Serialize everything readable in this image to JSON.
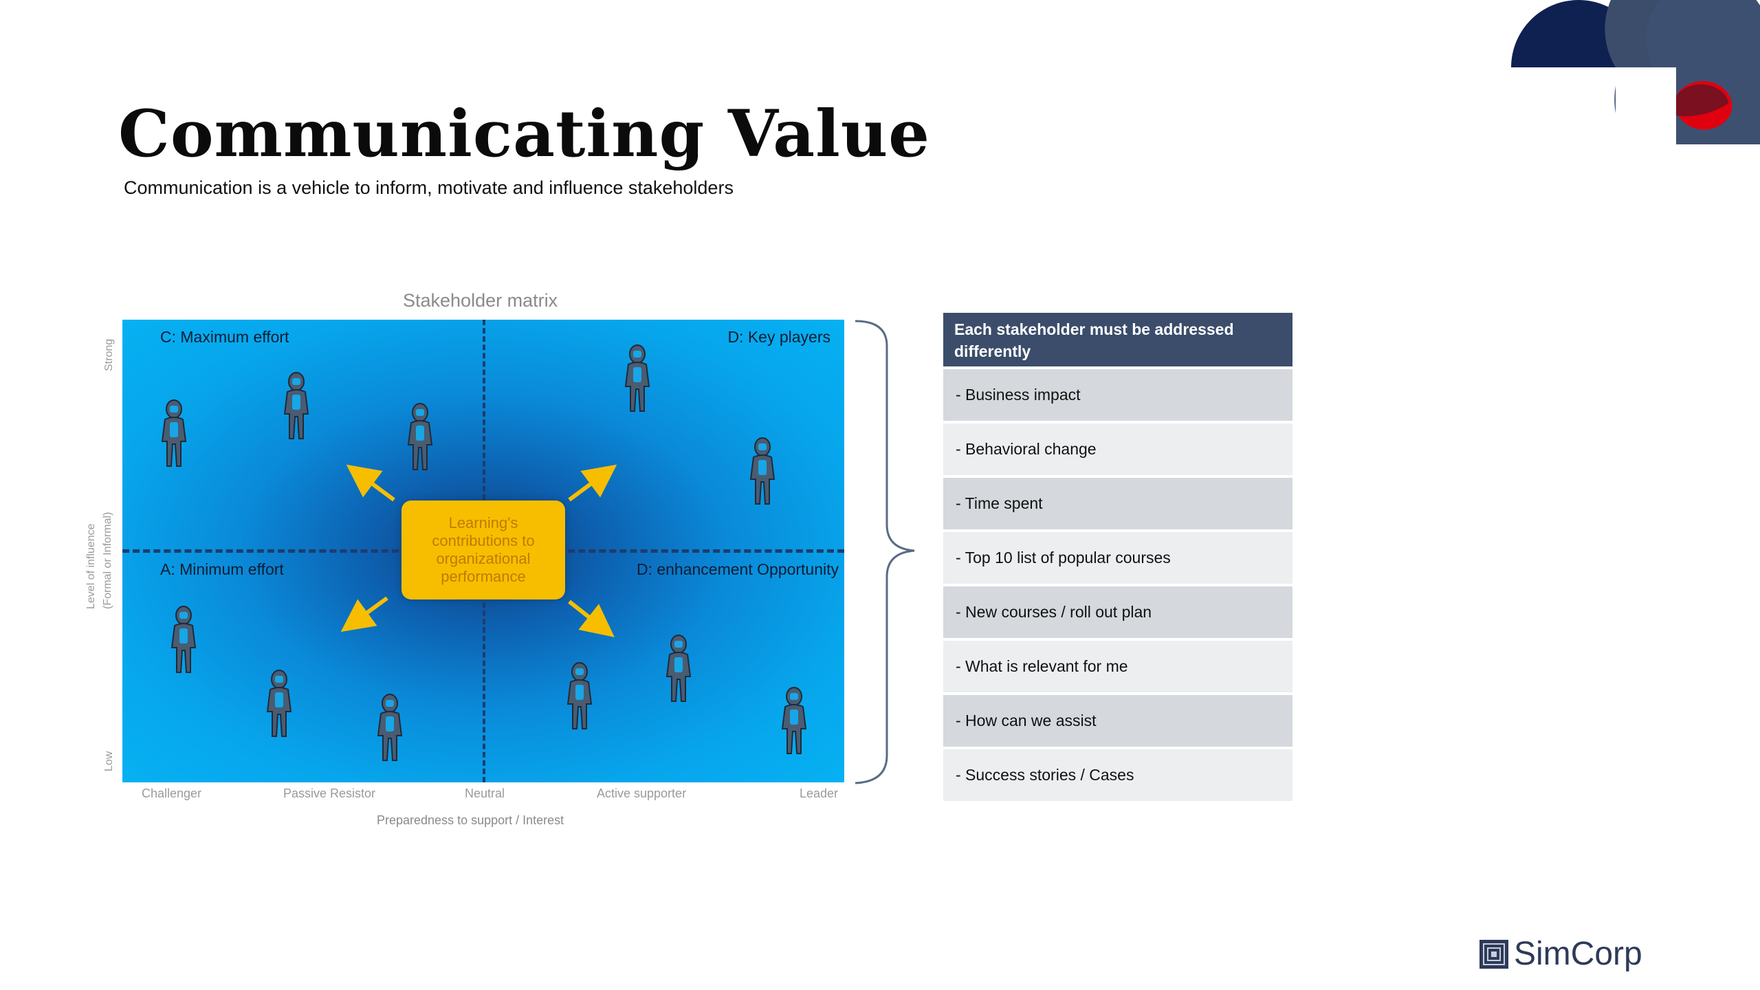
{
  "slide": {
    "title": "Communicating Value",
    "subtitle": "Communication is a vehicle to inform, motivate and influence stakeholders"
  },
  "matrix": {
    "title": "Stakeholder matrix",
    "quadrants": {
      "top_left": "C: Maximum effort",
      "top_right": "D: Key players",
      "bottom_left": "A: Minimum effort",
      "bottom_right": "D: enhancement Opportunity"
    },
    "center_text": "Learning's contributions to organizational performance",
    "y_axis": {
      "label_line1": "Level of influence",
      "label_line2": "(Formal or Informal)",
      "top": "Strong",
      "bottom": "Low"
    },
    "x_axis": {
      "ticks": [
        "Challenger",
        "Passive Resistor",
        "Neutral",
        "Active supporter",
        "Leader"
      ],
      "label": "Preparedness to support / Interest"
    }
  },
  "panel": {
    "header": "Each stakeholder must be addressed differently",
    "items": [
      "- Business impact",
      "- Behavioral change",
      "- Time spent",
      "- Top 10 list of popular courses",
      "- New courses / roll out plan",
      "- What is relevant for me",
      "- How can we assist",
      "- Success stories / Cases"
    ]
  },
  "brand": {
    "name": "SimCorp",
    "colors": {
      "navy": "#0f2150",
      "slate": "#3b4d6b",
      "red": "#e0000f",
      "matrix_blue": "#06b1f2",
      "center_yellow": "#f7be00"
    }
  }
}
